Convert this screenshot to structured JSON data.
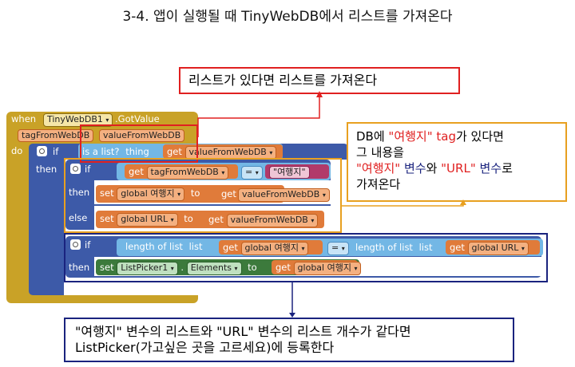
{
  "title": "3-4. 앱이 실행될 때 TinyWebDB에서 리스트를 가져온다",
  "blocks": {
    "when": "when",
    "component": "TinyWebDB1",
    "event": ".GotValue",
    "param_tag": "tagFromWebDB",
    "param_value": "valueFromWebDB",
    "do": "do",
    "if": "if",
    "then": "then",
    "else": "else",
    "is_list": "is a list?",
    "thing": "thing",
    "get": "get",
    "var_value": "valueFromWebDB",
    "var_tag": "tagFromWebDB",
    "eq": "=",
    "str_travel": "여행지",
    "set": "set",
    "global_travel": "global 여행지",
    "to": "to",
    "global_url": "global URL",
    "length_of_list": "length of list",
    "list": "list",
    "listpicker": "ListPicker1",
    "elements": "Elements",
    "dot": "."
  },
  "callouts": {
    "top": "리스트가 있다면 리스트를 가져온다",
    "right_line1_a": "DB에 ",
    "right_line1_b": "\"여행지\" tag",
    "right_line1_c": "가 있다면",
    "right_line2": "그 내용을",
    "right_line3_a": "\"여행지\"",
    "right_line3_b": " 변수",
    "right_line3_c": "와 ",
    "right_line3_d": "\"URL\"",
    "right_line3_e": " 변수",
    "right_line3_f": "로",
    "right_line4": "가져온다",
    "bottom_line1": "\"여행지\" 변수의 리스트와 \"URL\" 변수의 리스트 개수가 같다면",
    "bottom_line2": "ListPicker(가고싶은 곳을 고르세요)에 등록한다"
  },
  "colors": {
    "event": "#c9a227",
    "control": "#3d5aa8",
    "variable": "#e07b3a",
    "list": "#73b7e5",
    "logic": "#6a9e3a",
    "text": "#b13a6a",
    "component": "#3c7a3c",
    "red_box": "#e02020",
    "gold_box": "#e8a020",
    "navy_box": "#1a237e"
  }
}
